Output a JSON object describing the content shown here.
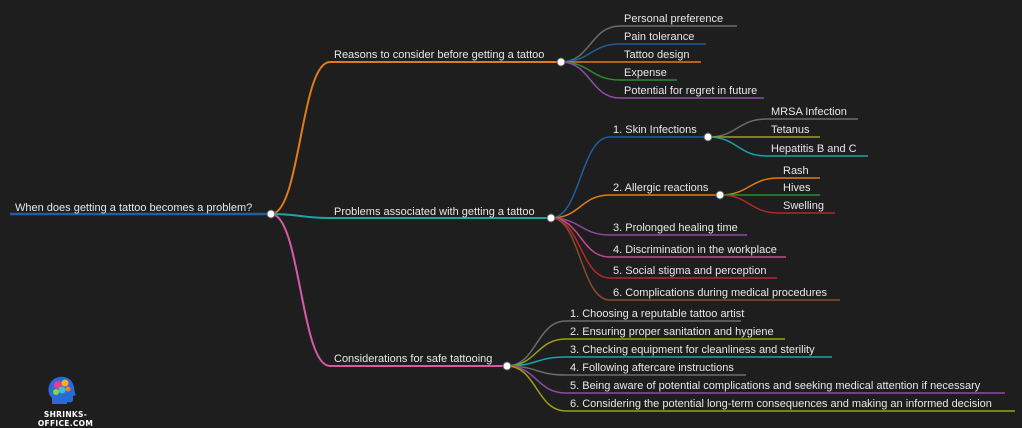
{
  "root": {
    "label": "When does getting a tattoo becomes a problem?"
  },
  "branches": [
    {
      "label": "Reasons to consider before getting a tattoo",
      "color": "#e07b1a",
      "children": [
        {
          "label": "Personal preference",
          "color": "#6b6b6b"
        },
        {
          "label": "Pain tolerance",
          "color": "#1f5fa0"
        },
        {
          "label": "Tattoo design",
          "color": "#e07b1a"
        },
        {
          "label": "Expense",
          "color": "#2e8b2e"
        },
        {
          "label": "Potential for regret in future",
          "color": "#8e4aa6"
        }
      ]
    },
    {
      "label": "Problems associated with getting a tattoo",
      "color": "#1aa3a8",
      "children": [
        {
          "label": "1. Skin Infections",
          "color": "#1f5fa0",
          "children": [
            {
              "label": "MRSA Infection",
              "color": "#6b6b6b"
            },
            {
              "label": "Tetanus",
              "color": "#9e9e1a"
            },
            {
              "label": "Hepatitis B and C",
              "color": "#1aa3a8"
            }
          ]
        },
        {
          "label": "2. Allergic reactions",
          "color": "#e07b1a",
          "children": [
            {
              "label": "Rash",
              "color": "#e07b1a"
            },
            {
              "label": "Hives",
              "color": "#2e8b2e"
            },
            {
              "label": "Swelling",
              "color": "#b02a2a"
            }
          ]
        },
        {
          "label": "3. Prolonged healing time",
          "color": "#8e4aa6"
        },
        {
          "label": "4. Discrimination in the workplace",
          "color": "#c24a8c"
        },
        {
          "label": "5. Social stigma and perception",
          "color": "#b02a2a"
        },
        {
          "label": "6. Complications during medical procedures",
          "color": "#8a4a2a"
        }
      ]
    },
    {
      "label": "Considerations for safe tattooing",
      "color": "#d65aa8",
      "children": [
        {
          "label": "1. Choosing a reputable tattoo artist",
          "color": "#6b6b6b"
        },
        {
          "label": "2. Ensuring proper sanitation and hygiene",
          "color": "#9e9e1a"
        },
        {
          "label": "3. Checking equipment for cleanliness and sterility",
          "color": "#1aa3a8"
        },
        {
          "label": "4. Following aftercare instructions",
          "color": "#6b6b6b"
        },
        {
          "label": "5. Being aware of potential complications and seeking medical attention if necessary",
          "color": "#8e4aa6"
        },
        {
          "label": "6. Considering the potential long-term consequences and making an informed decision",
          "color": "#9e9e1a"
        }
      ]
    }
  ],
  "root_color": "#1f5fa0",
  "logo": {
    "text": "SHRINKS-OFFICE.COM",
    "icon": "head-brain-icon"
  }
}
